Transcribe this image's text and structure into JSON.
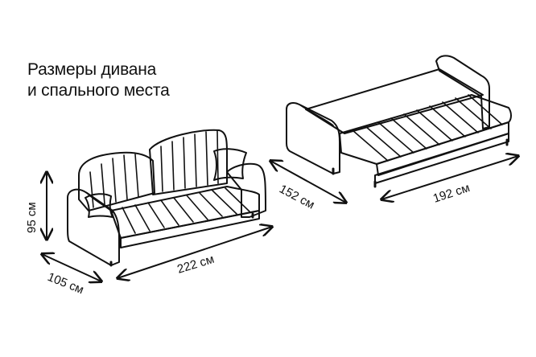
{
  "title": {
    "line1": "Размеры дивана",
    "line2": "и спального места"
  },
  "dimensions": {
    "height": "95 см",
    "depth": "105 см",
    "width": "222 см",
    "bed_length": "152 см",
    "bed_width": "192 см"
  },
  "colors": {
    "ink": "#111111",
    "background": "#ffffff"
  }
}
